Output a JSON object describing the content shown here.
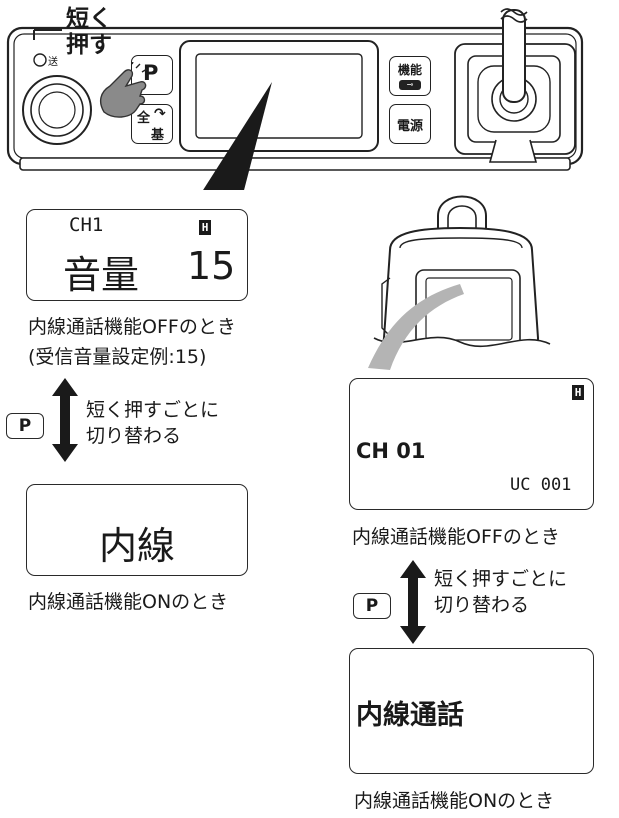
{
  "radio_panel": {
    "press_label_line1": "短く",
    "press_label_line2": "押す",
    "transmit_label": "送",
    "p_button": "P",
    "func_button": "機能",
    "switch_button_top": "全",
    "switch_button_bottom": "基",
    "power_button": "電源"
  },
  "left_display_off": {
    "channel": "CH1",
    "power_indicator": "H",
    "volume_label": "音量",
    "volume_value": "15"
  },
  "left_caption_off": "内線通話機能OFFのとき",
  "left_caption_example": "(受信音量設定例:15)",
  "left_toggle": {
    "p_key": "P",
    "line1": "短く押すごとに",
    "line2": "切り替わる"
  },
  "left_display_on": {
    "text": "内線"
  },
  "left_caption_on": "内線通話機能ONのとき",
  "right_display_off": {
    "power_indicator": "H",
    "channel": "CH 01",
    "user_code": "UC 001"
  },
  "right_caption_off": "内線通話機能OFFのとき",
  "right_toggle": {
    "p_key": "P",
    "line1": "短く押すごとに",
    "line2": "切り替わる"
  },
  "right_display_on": {
    "text": "内線通話"
  },
  "right_caption_on": "内線通話機能ONのとき"
}
